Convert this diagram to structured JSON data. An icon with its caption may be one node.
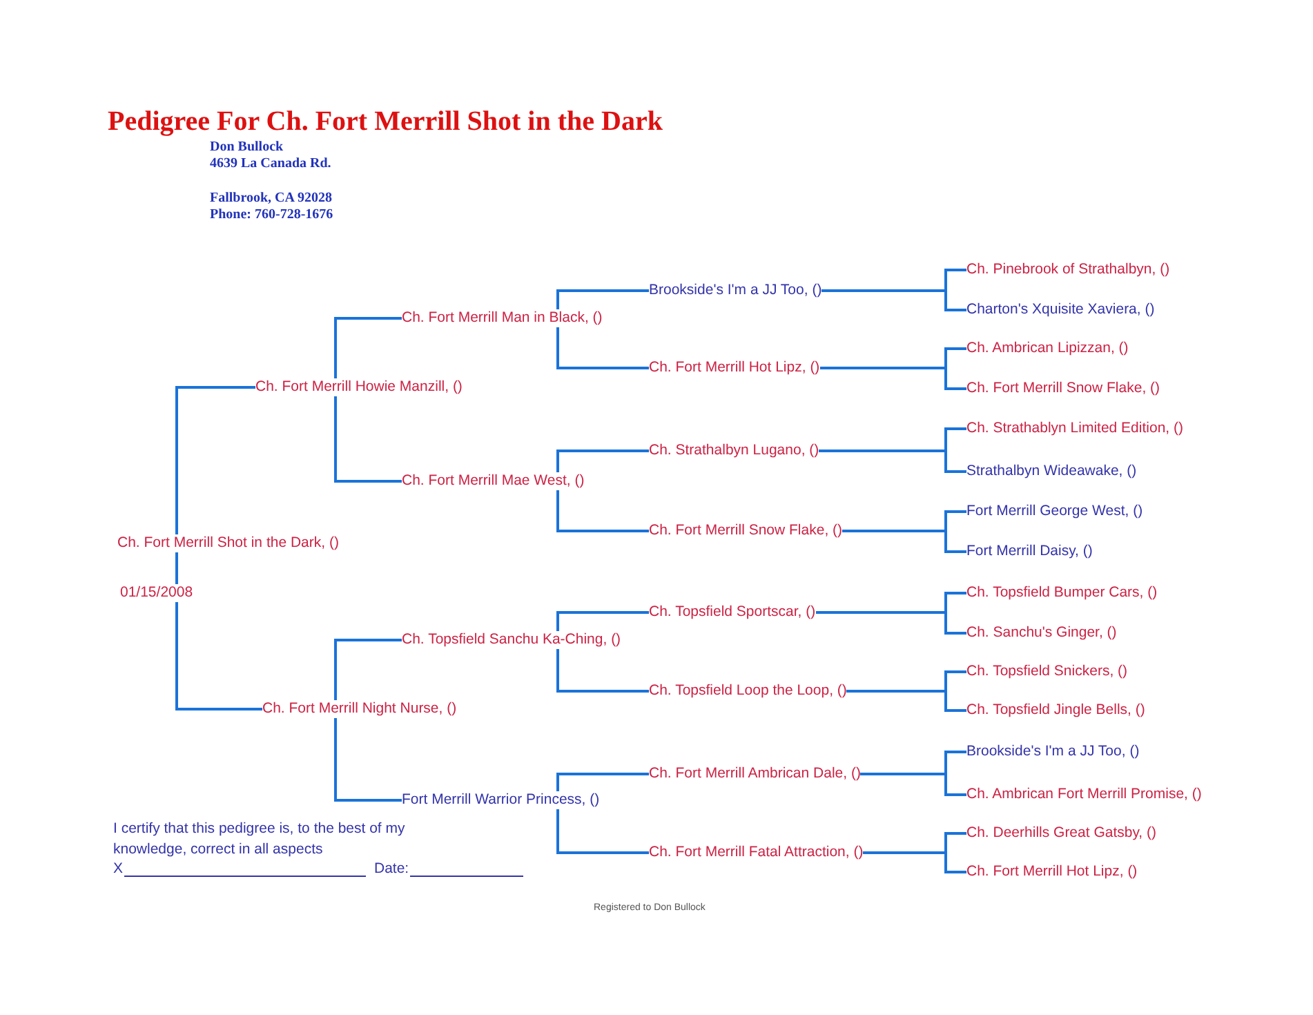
{
  "diagram": {
    "title": "Pedigree For Ch. Fort Merrill Shot in the Dark",
    "nodes": [
      {
        "text": [
          "Ch. Fort Merrill Shot in the Dark, ()"
        ],
        "beside": [
          "01/15/2008"
        ]
      },
      {
        "text": [
          "Ch. Fort Merrill Howie Manzill, ()"
        ]
      },
      {
        "text": [
          "Ch. Fort Merrill Night Nurse, ()"
        ]
      },
      {
        "text": [
          "Ch. Fort Merrill Man in Black, ()"
        ]
      },
      {
        "text": [
          "Ch. Fort Merrill Mae West, ()"
        ]
      },
      {
        "text": [
          "Ch. Topsfield Sanchu Ka-Ching, ()"
        ]
      },
      {
        "text": [
          "Fort Merrill Warrior Princess, ()"
        ]
      },
      {
        "text": [
          "Brookside's I'm a JJ Too, ()"
        ]
      },
      {
        "text": [
          "Ch. Fort Merrill Hot Lipz, ()"
        ]
      },
      {
        "text": [
          "Ch. Strathalbyn Lugano, ()"
        ]
      },
      {
        "text": [
          "Ch. Fort Merrill Snow Flake, ()"
        ]
      },
      {
        "text": [
          "Ch. Topsfield Sportscar, ()"
        ]
      },
      {
        "text": [
          "Ch. Topsfield Loop the Loop, ()"
        ]
      },
      {
        "text": [
          "Ch. Fort Merrill Ambrican Dale, ()"
        ]
      },
      {
        "text": [
          "Ch. Fort Merrill Fatal Attraction, ()"
        ]
      },
      {
        "text": [
          "Ch. Pinebrook of Strathalbyn, ()"
        ]
      },
      {
        "text": [
          "Charton's Xquisite Xaviera, ()"
        ]
      },
      {
        "text": [
          "Ch. Ambrican Lipizzan, ()"
        ]
      },
      {
        "text": [
          "Ch. Fort Merrill Snow Flake, ()"
        ]
      },
      {
        "text": [
          "Ch. Strathablyn Limited Edition, ()"
        ]
      },
      {
        "text": [
          "Strathalbyn Wideawake, ()"
        ]
      },
      {
        "text": [
          "Fort Merrill George West, ()"
        ]
      },
      {
        "text": [
          "Fort Merrill Daisy, ()"
        ]
      },
      {
        "text": [
          "Ch. Topsfield Bumper Cars, ()"
        ]
      },
      {
        "text": [
          "Ch. Sanchu's Ginger, ()"
        ]
      },
      {
        "text": [
          "Ch. Topsfield Snickers, ()"
        ]
      },
      {
        "text": [
          "Ch. Topsfield Jingle Bells, ()"
        ]
      },
      {
        "text": [
          "Brookside's I'm a JJ Too, ()"
        ]
      },
      {
        "text": [
          "Ch. Ambrican Fort Merrill Promise, ()"
        ]
      },
      {
        "text": [
          "Ch. Deerhills Great Gatsby, ()"
        ]
      },
      {
        "text": [
          "Ch. Fort Merrill Hot Lipz, ()"
        ]
      }
    ],
    "edges": [
      {
        "from": 0,
        "to": 1,
        "arrow": "none"
      },
      {
        "from": 0,
        "to": 2,
        "arrow": "none"
      },
      {
        "from": 1,
        "to": 3,
        "arrow": "none"
      },
      {
        "from": 1,
        "to": 4,
        "arrow": "none"
      },
      {
        "from": 2,
        "to": 5,
        "arrow": "none"
      },
      {
        "from": 2,
        "to": 6,
        "arrow": "none"
      },
      {
        "from": 3,
        "to": 7,
        "arrow": "none"
      },
      {
        "from": 3,
        "to": 8,
        "arrow": "none"
      },
      {
        "from": 4,
        "to": 9,
        "arrow": "none"
      },
      {
        "from": 4,
        "to": 10,
        "arrow": "none"
      },
      {
        "from": 5,
        "to": 11,
        "arrow": "none"
      },
      {
        "from": 5,
        "to": 12,
        "arrow": "none"
      },
      {
        "from": 6,
        "to": 13,
        "arrow": "none"
      },
      {
        "from": 6,
        "to": 14,
        "arrow": "none"
      },
      {
        "from": 7,
        "to": 15,
        "arrow": "none"
      },
      {
        "from": 7,
        "to": 16,
        "arrow": "none"
      },
      {
        "from": 8,
        "to": 17,
        "arrow": "none"
      },
      {
        "from": 8,
        "to": 18,
        "arrow": "none"
      },
      {
        "from": 9,
        "to": 19,
        "arrow": "none"
      },
      {
        "from": 9,
        "to": 20,
        "arrow": "none"
      },
      {
        "from": 10,
        "to": 21,
        "arrow": "none"
      },
      {
        "from": 10,
        "to": 22,
        "arrow": "none"
      },
      {
        "from": 11,
        "to": 23,
        "arrow": "none"
      },
      {
        "from": 11,
        "to": 24,
        "arrow": "none"
      },
      {
        "from": 12,
        "to": 25,
        "arrow": "none"
      },
      {
        "from": 12,
        "to": 26,
        "arrow": "none"
      },
      {
        "from": 13,
        "to": 27,
        "arrow": "none"
      },
      {
        "from": 13,
        "to": 28,
        "arrow": "none"
      },
      {
        "from": 14,
        "to": 29,
        "arrow": "none"
      },
      {
        "from": 14,
        "to": 30,
        "arrow": "none"
      }
    ],
    "labels": [
      "Don Bullock",
      "4639 La Canada Rd.",
      "Fallbrook, CA 92028",
      "Phone: 760-728-1676",
      "I certify that this pedigree is, to the best of my knowledge, correct in all aspects",
      "X",
      "Date:",
      "Registered to Don Bullock"
    ]
  }
}
